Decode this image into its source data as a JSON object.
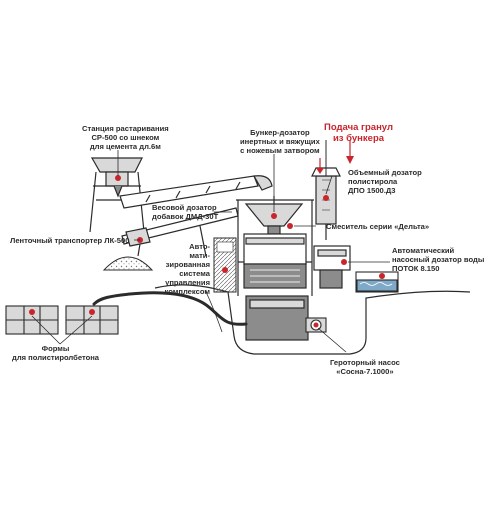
{
  "labels": {
    "mixing_station": [
      "Станция растаривания",
      "СР-500 со шнеком",
      "для цемента дл.6м"
    ],
    "bunker_dispenser": [
      "Бункер-дозатор",
      "инертных и вяжущих",
      "с ножевым затвором"
    ],
    "granule_feed": [
      "Подача гранул",
      "из бункера"
    ],
    "volume_dispenser": [
      "Объемный дозатор",
      "полистирола",
      "ДПО 1500.Д3"
    ],
    "weight_dispenser": [
      "Весовой дозатор",
      "добавок ДМД-30Т"
    ],
    "belt_conveyor": "Ленточный транспортер ЛК-500",
    "mixer": "Смеситель серии «Дельта»",
    "automation": [
      "Авто-",
      "мати-",
      "зированная",
      "система",
      "управления",
      "комплексом"
    ],
    "water_dispenser": [
      "Автоматический",
      "насосный дозатор воды",
      "ПОТОК 8.150"
    ],
    "forms": [
      "Формы",
      "для полистиролбетона"
    ],
    "pump": [
      "Геротoрный насос",
      "«Сосна-7.1000»"
    ]
  },
  "colors": {
    "outline": "#2b2b2b",
    "machine_fill": "#d9d9d9",
    "dark_fill": "#8c8c8c",
    "accent_red": "#c8252c",
    "water_blue": "#7fa9c9"
  }
}
